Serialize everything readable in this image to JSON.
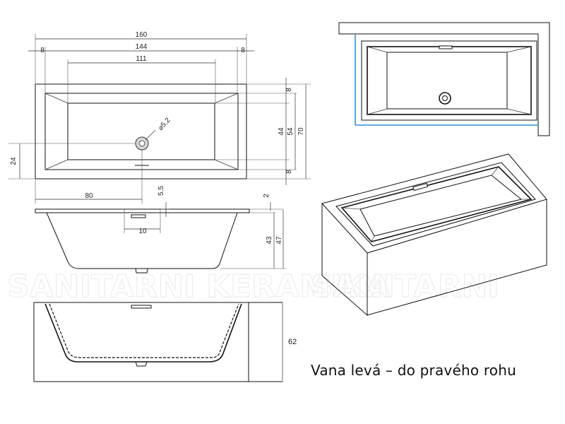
{
  "caption": "Vana levá – do pravého rohu",
  "top_view": {
    "overall_width": "160",
    "inner_width": "144",
    "bottom_width": "111",
    "rim_left": "8",
    "rim_right": "8",
    "drain_offset": "80",
    "drain_diameter": "⌀5.2",
    "drain_height": "24",
    "rim_top": "8",
    "inner_depth": "44",
    "inner_length": "54",
    "overall_depth": "70",
    "rim_bottom": "8"
  },
  "side_view": {
    "overflow_offset": "5.5",
    "overflow_width": "10",
    "rim_thickness": "2",
    "inner_height": "43",
    "overall_height": "47"
  },
  "front_view": {
    "panel_height": "62"
  }
}
